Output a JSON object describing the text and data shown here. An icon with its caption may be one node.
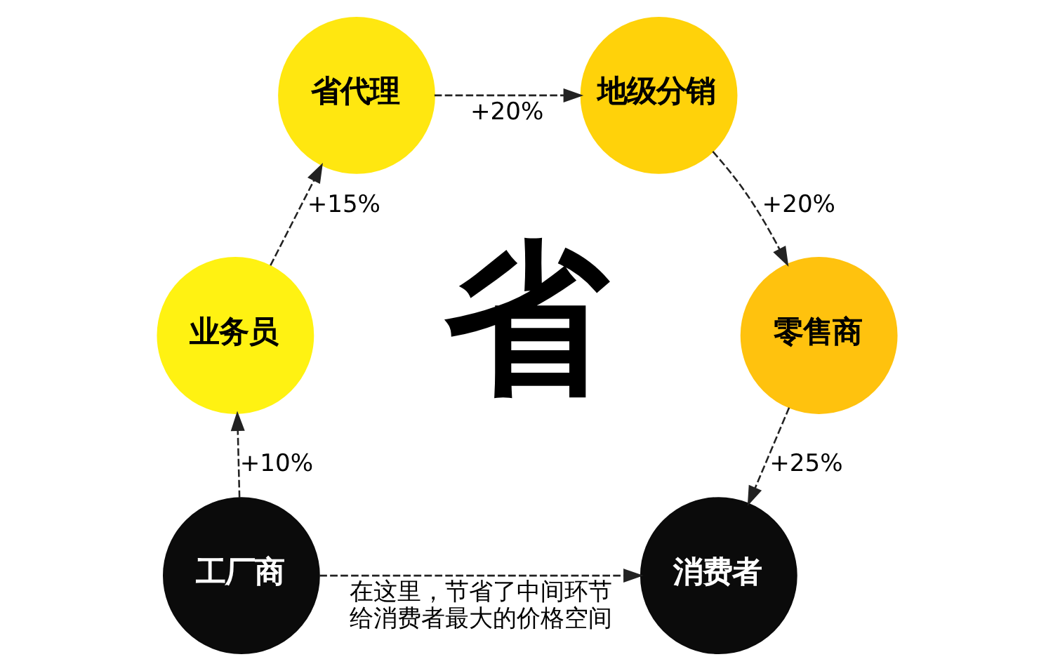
{
  "diagram": {
    "nodes": [
      {
        "text": [
          "工厂商"
        ]
      },
      {
        "text": [
          "业务员"
        ]
      },
      {
        "text": [
          "省代理"
        ]
      },
      {
        "text": [
          "地级分销"
        ]
      },
      {
        "text": [
          "零售商"
        ]
      },
      {
        "text": [
          "消费者"
        ]
      }
    ],
    "edges": [
      {
        "from": 0,
        "to": 1,
        "arrow": "to",
        "label": "+10%",
        "style": "dashed"
      },
      {
        "from": 1,
        "to": 2,
        "arrow": "to",
        "label": "+15%",
        "style": "dashed"
      },
      {
        "from": 2,
        "to": 3,
        "arrow": "to",
        "label": "+20%",
        "style": "dashed"
      },
      {
        "from": 3,
        "to": 4,
        "arrow": "to",
        "label": "+20%",
        "style": "dashed"
      },
      {
        "from": 4,
        "to": 5,
        "arrow": "to",
        "label": "+25%",
        "style": "dashed"
      },
      {
        "from": 0,
        "to": 5,
        "arrow": "to",
        "label": "在这里，节省了中间环节给消费者最大的价格空间",
        "style": "dashed"
      }
    ],
    "labels": [
      "省"
    ]
  }
}
